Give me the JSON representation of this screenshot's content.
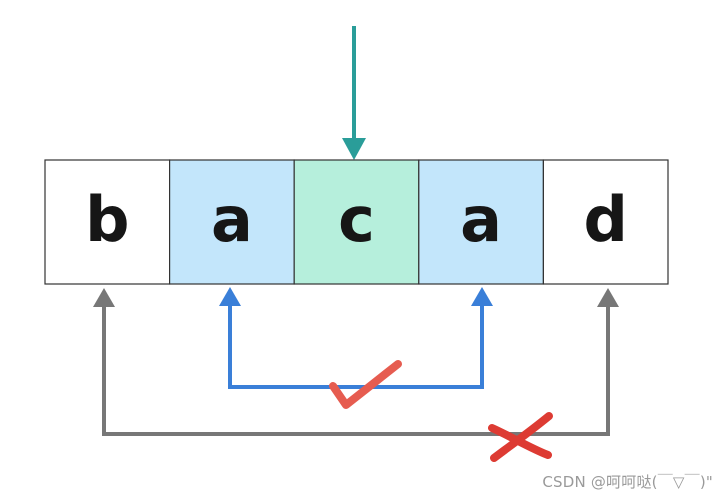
{
  "cells": [
    {
      "char": "b",
      "fill": "#ffffff"
    },
    {
      "char": "a",
      "fill": "#c3e6fb"
    },
    {
      "char": "c",
      "fill": "#b6efdc"
    },
    {
      "char": "a",
      "fill": "#c3e6fb"
    },
    {
      "char": "d",
      "fill": "#ffffff"
    }
  ],
  "colors": {
    "center_arrow": "#2a9d99",
    "match_bracket": "#3a7fd8",
    "mismatch_bracket": "#777777",
    "check_mark": "#e65c50",
    "cross_mark": "#dd3b33",
    "cell_border": "#333333"
  },
  "watermark": "CSDN @呵呵哒(￣▽￣)\""
}
